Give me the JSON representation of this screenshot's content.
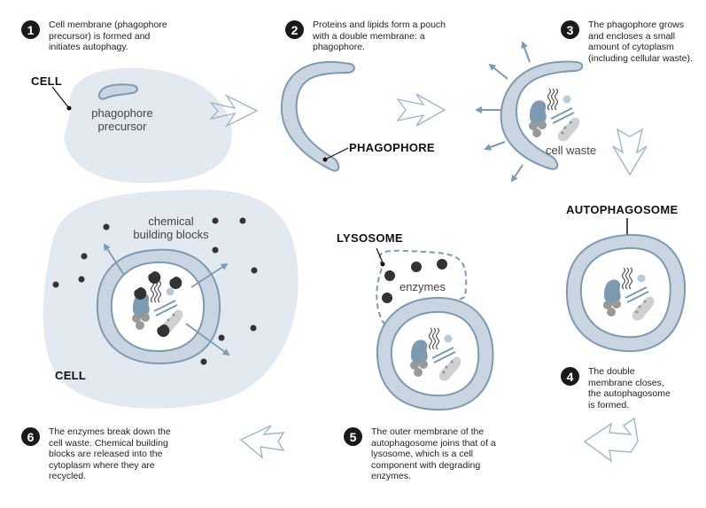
{
  "title": "Autophagy process",
  "colors": {
    "cell_fill": "#e3e9f0",
    "membrane_fill": "#c9d6e2",
    "membrane_stroke": "#7d9ab1",
    "arrow_stroke": "#9fb6c9",
    "enzyme_dark": "#333333",
    "badge": "#1a1a1a"
  },
  "steps": [
    {
      "number": "1",
      "text": "Cell membrane (phagophore precursor) is formed and initiates autophagy."
    },
    {
      "number": "2",
      "text": "Proteins and lipids form a pouch with a double membrane: a phagophore."
    },
    {
      "number": "3",
      "text": "The phagophore grows and encloses a small amount of cytoplasm (including cellular waste)."
    },
    {
      "number": "4",
      "text": "The double membrane closes, the autophagosome is formed."
    },
    {
      "number": "5",
      "text": "The outer membrane of the autophagosome joins that of a lysosome, which is a cell component with degrading enzymes."
    },
    {
      "number": "6",
      "text": "The enzymes break down the cell waste. Chemical building blocks are released into the cytoplasm where they are recycled."
    }
  ],
  "labels": {
    "cell_top": "CELL",
    "phagophore_precursor": "phagophore precursor",
    "phagophore": "PHAGOPHORE",
    "cell_waste": "cell waste",
    "autophagosome": "AUTOPHAGOSOME",
    "lysosome": "LYSOSOME",
    "enzymes": "enzymes",
    "chemical_building_blocks": "chemical building blocks",
    "cell_bottom": "CELL"
  }
}
